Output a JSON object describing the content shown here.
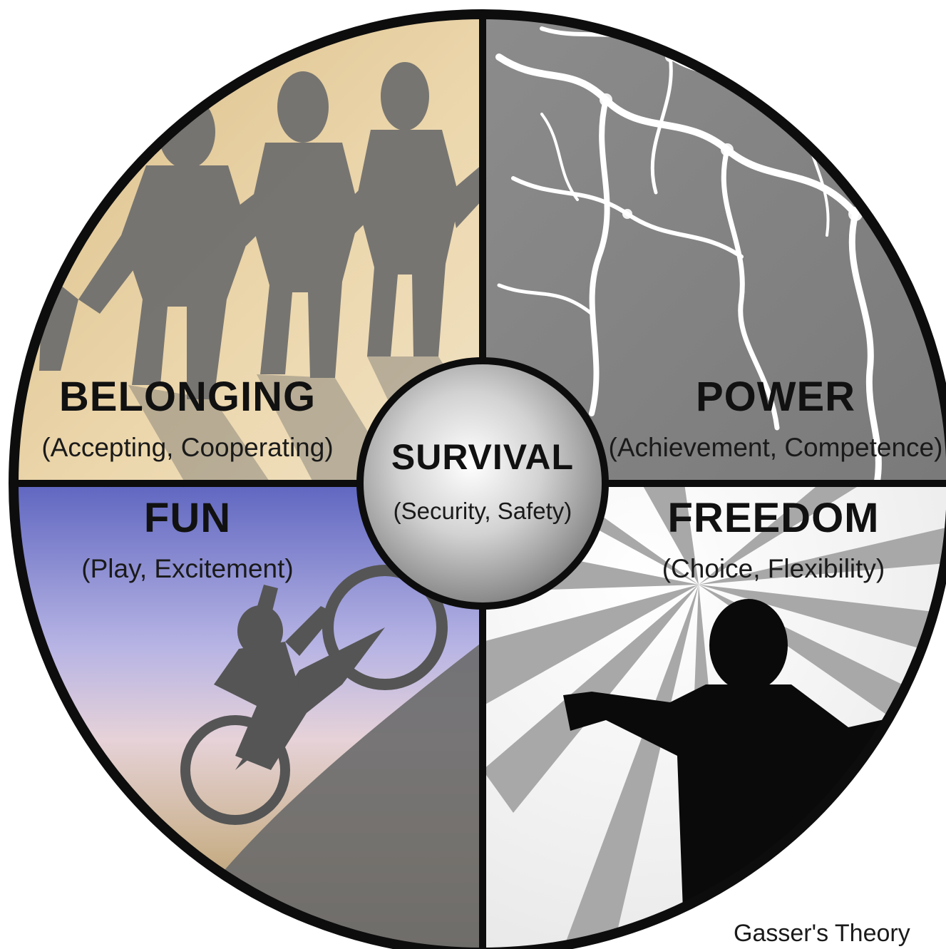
{
  "quadrants": {
    "belonging": {
      "title": "BELONGING",
      "subtitle": "(Accepting, Cooperating)"
    },
    "power": {
      "title": "POWER",
      "subtitle": "(Achievement, Competence)"
    },
    "fun": {
      "title": "FUN",
      "subtitle": "(Play, Excitement)"
    },
    "freedom": {
      "title": "FREEDOM",
      "subtitle": "(Choice, Flexibility)"
    }
  },
  "center": {
    "title": "SURVIVAL",
    "subtitle": "(Security, Safety)"
  },
  "caption": "Gasser's Theory",
  "colors": {
    "outline": "#0d0d0d",
    "belonging_bg": "#e7cfa1",
    "power_bg": "#808080",
    "fun_sky_top": "#6f76c8",
    "fun_ground": "#b39a78",
    "freedom_bg": "#f2f2f2",
    "silhouette": "#6c6c6c"
  }
}
